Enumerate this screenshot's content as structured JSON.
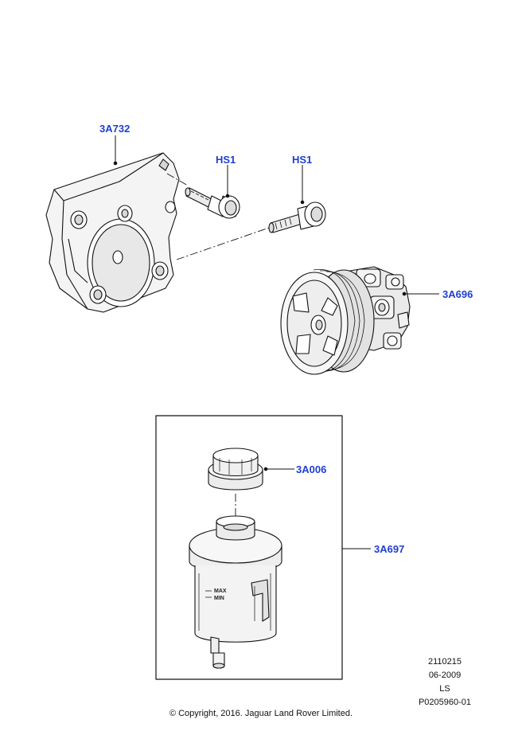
{
  "callouts": {
    "bracket": "3A732",
    "bolt_1": "HS1",
    "bolt_2": "HS1",
    "pump": "3A696",
    "cap": "3A006",
    "reservoir": "3A697"
  },
  "reservoir_labels": {
    "max": "MAX",
    "min": "MIN"
  },
  "meta": {
    "ref_number": "2110215",
    "date": "06-2009",
    "code": "LS",
    "part_ref": "P0205960-01"
  },
  "copyright": "© Copyright, 2016. Jaguar Land Rover Limited.",
  "colors": {
    "callout": "#1f3fd0",
    "line": "#111111",
    "fill": "#f4f4f4",
    "shade": "#d6d6d6"
  }
}
